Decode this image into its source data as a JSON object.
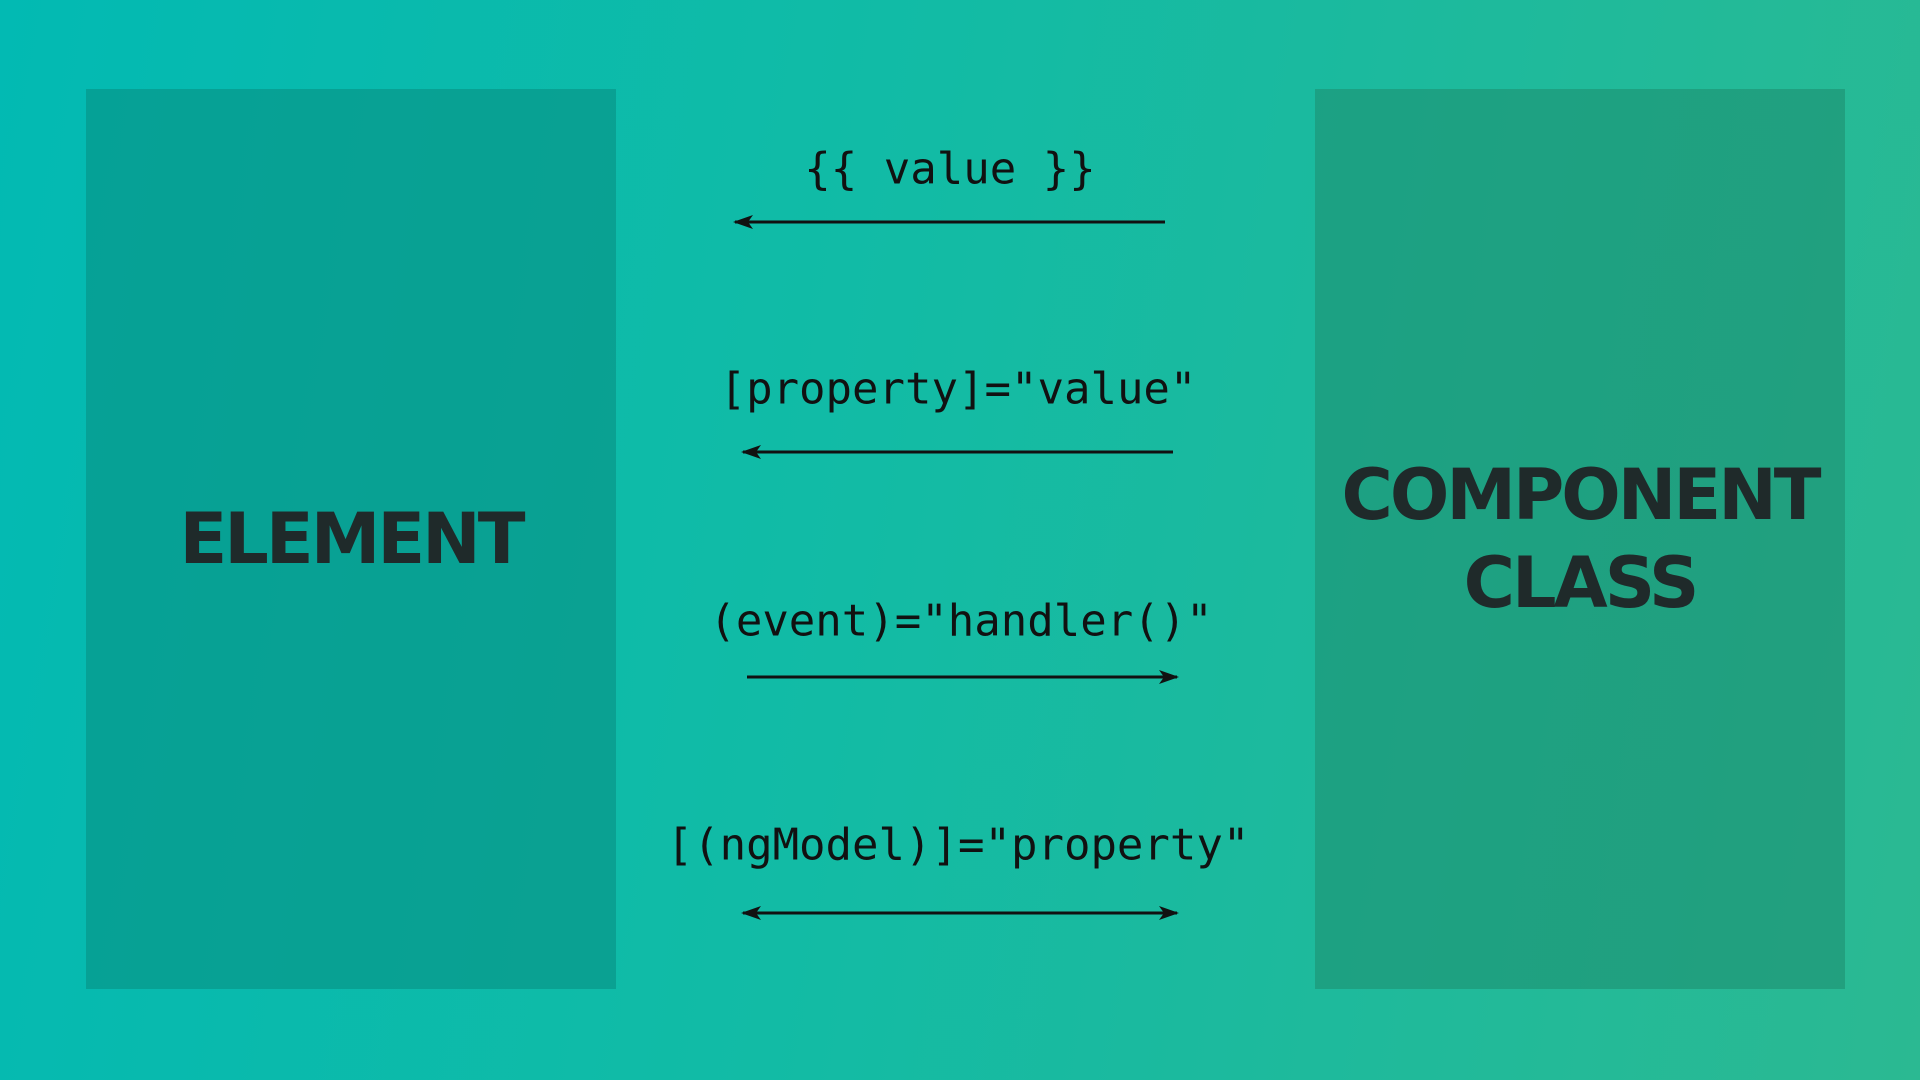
{
  "element_box": {
    "label": "ELEMENT"
  },
  "component_box": {
    "line1": "COMPONENT",
    "line2": "CLASS"
  },
  "bindings": [
    {
      "syntax": "{{ value }}",
      "direction": "component-to-element"
    },
    {
      "syntax": "[property]=\"value\"",
      "direction": "component-to-element"
    },
    {
      "syntax": "(event)=\"handler()\"",
      "direction": "element-to-component"
    },
    {
      "syntax": "[(ngModel)]=\"property\"",
      "direction": "two-way"
    }
  ]
}
